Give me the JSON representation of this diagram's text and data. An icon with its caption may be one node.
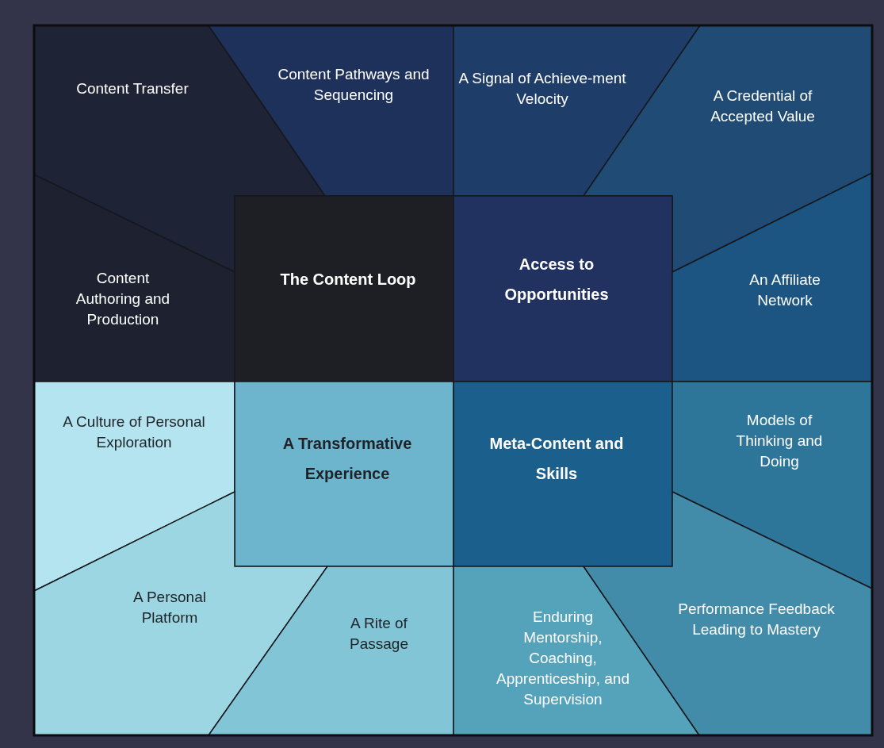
{
  "diagram": {
    "nodes": [
      {
        "text": [
          "Content Transfer"
        ]
      },
      {
        "text": [
          "Content Pathways and Sequencing"
        ]
      },
      {
        "text": [
          "A Signal of Achieve-ment Velocity"
        ]
      },
      {
        "text": [
          "A Credential of Accepted Value"
        ]
      },
      {
        "text": [
          "Content Authoring and Production"
        ]
      },
      {
        "text": [
          "The Content Loop"
        ]
      },
      {
        "text": [
          "Access to Opportunities"
        ]
      },
      {
        "text": [
          "An Affiliate Network"
        ]
      },
      {
        "text": [
          "A Culture of Personal Exploration"
        ]
      },
      {
        "text": [
          "A Transformative Experience"
        ]
      },
      {
        "text": [
          "Meta-Content and Skills"
        ]
      },
      {
        "text": [
          "Models of Thinking and Doing"
        ]
      },
      {
        "text": [
          "A Personal Platform"
        ]
      },
      {
        "text": [
          "A Rite of Passage"
        ]
      },
      {
        "text": [
          "Enduring Mentorship, Coaching, Apprenticeship, and Supervision"
        ]
      },
      {
        "text": [
          "Performance Feedback Leading to Mastery"
        ]
      }
    ]
  }
}
